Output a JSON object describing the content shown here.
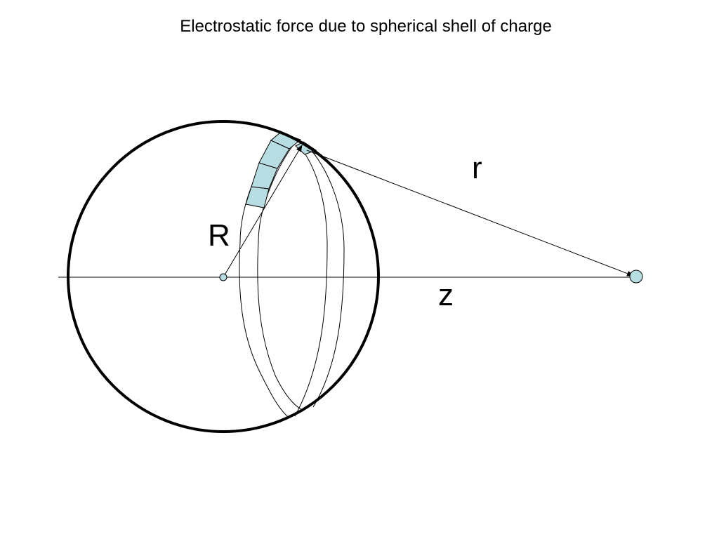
{
  "title": "Electrostatic force due to spherical shell of charge",
  "labels": {
    "radius": "R",
    "distance_to_element": "r",
    "axis_distance": "z"
  },
  "colors": {
    "shell_stroke": "#000000",
    "charge_element_fill": "#b7dde3",
    "line_color": "#000000"
  }
}
